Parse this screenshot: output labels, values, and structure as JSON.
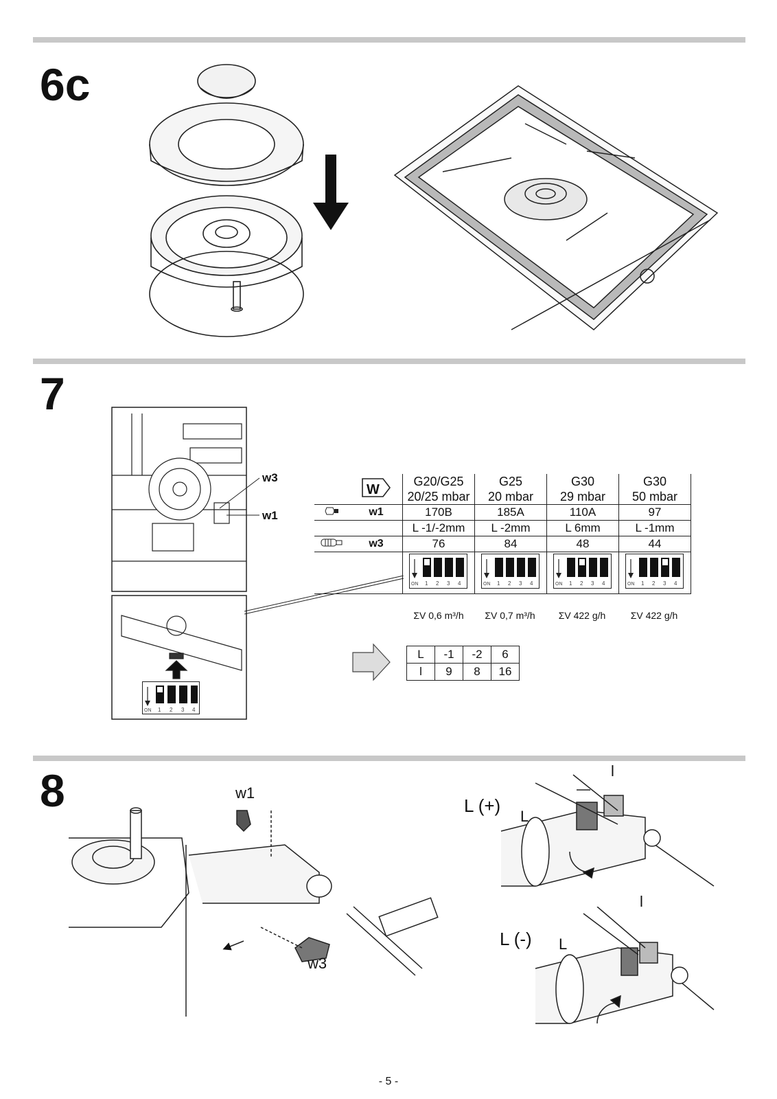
{
  "sections": {
    "s6c": {
      "number": "6c"
    },
    "s7": {
      "number": "7",
      "labels": {
        "w3": "w3",
        "w1": "w1"
      }
    },
    "s8": {
      "number": "8",
      "labels": {
        "w1": "w1",
        "w3": "w3",
        "l_plus": "L (+)",
        "l_minus": "L (-)",
        "L": "L",
        "l": "l"
      }
    }
  },
  "gas_table": {
    "header_symbol": "W",
    "columns": [
      {
        "gas": "G20/G25",
        "pressure": "20/25 mbar"
      },
      {
        "gas": "G25",
        "pressure": "20 mbar"
      },
      {
        "gas": "G30",
        "pressure": "29 mbar"
      },
      {
        "gas": "G30",
        "pressure": "50 mbar"
      }
    ],
    "w1": {
      "label": "w1",
      "jets": [
        "170B",
        "185A",
        "110A",
        "97"
      ],
      "adjust": [
        "L  -1/-2mm",
        "L  -2mm",
        "L  6mm",
        "L  -1mm"
      ]
    },
    "w3": {
      "label": "w3",
      "values": [
        "76",
        "84",
        "48",
        "44"
      ]
    },
    "flow": [
      "ΣV 0,6 m³/h",
      "ΣV 0,7 m³/h",
      "ΣV 422 g/h",
      "ΣV 422 g/h"
    ],
    "dip_settings": [
      [
        true,
        false,
        false,
        false
      ],
      [
        false,
        false,
        false,
        false
      ],
      [
        false,
        true,
        false,
        false
      ],
      [
        false,
        false,
        true,
        false
      ]
    ]
  },
  "dip_switch": {
    "on_label": "ON",
    "positions": [
      "1",
      "2",
      "3",
      "4"
    ]
  },
  "l_table": {
    "rows": [
      [
        "L",
        "-1",
        "-2",
        "6"
      ],
      [
        "l",
        "9",
        "8",
        "16"
      ]
    ]
  },
  "page_number": "- 5 -"
}
